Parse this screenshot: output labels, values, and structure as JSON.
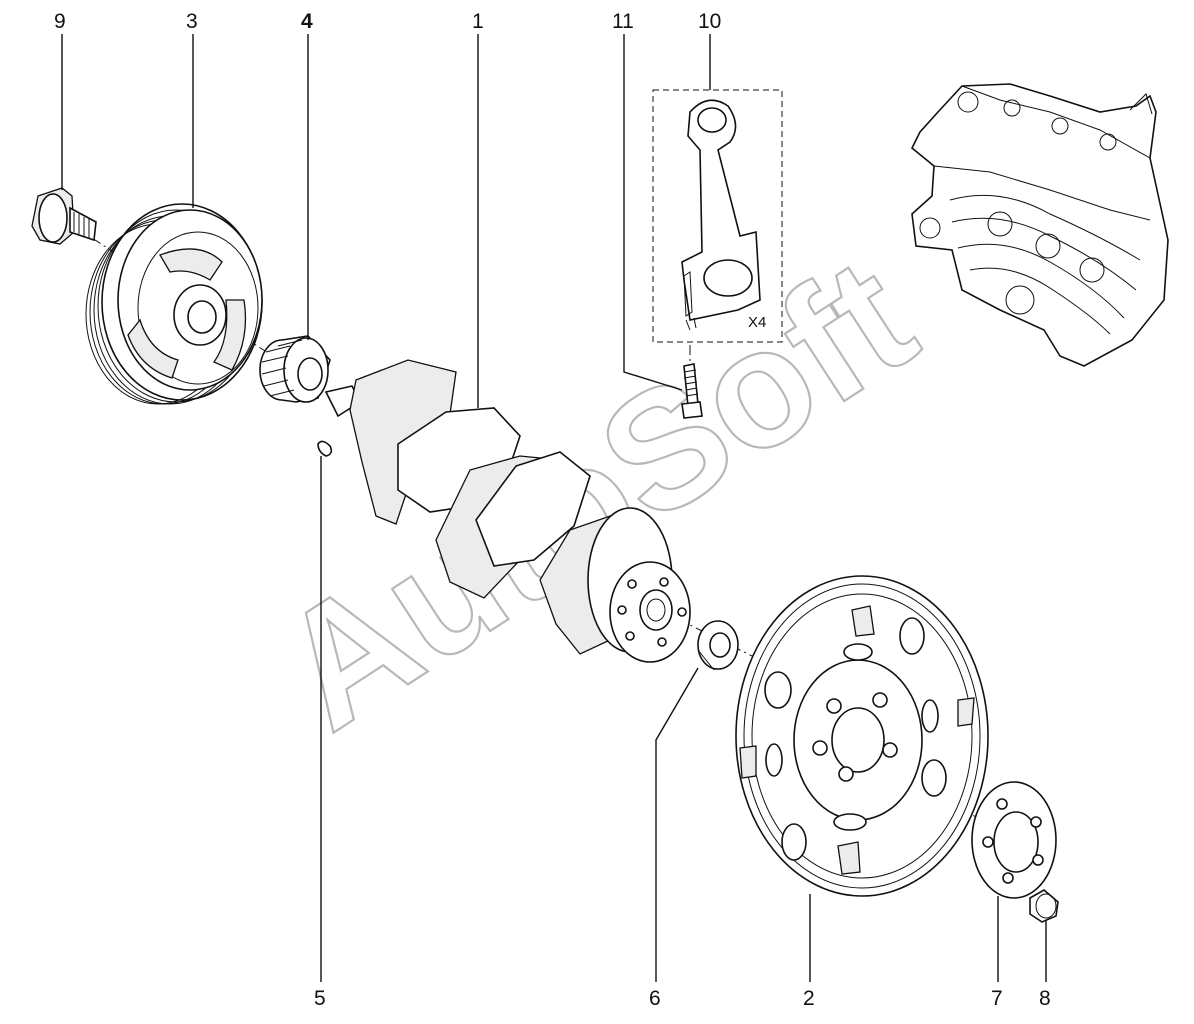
{
  "callouts": [
    {
      "id": "9",
      "label": "9"
    },
    {
      "id": "3",
      "label": "3"
    },
    {
      "id": "4",
      "label": "4"
    },
    {
      "id": "1",
      "label": "1"
    },
    {
      "id": "11",
      "label": "11"
    },
    {
      "id": "10",
      "label": "10"
    },
    {
      "id": "5",
      "label": "5"
    },
    {
      "id": "6",
      "label": "6"
    },
    {
      "id": "2",
      "label": "2"
    },
    {
      "id": "7",
      "label": "7"
    },
    {
      "id": "8",
      "label": "8"
    }
  ],
  "quantity_label": "X4",
  "watermark": "AutoSoft",
  "colors": {
    "line": "#111111",
    "watermark": "#b8b8b8",
    "background": "#ffffff"
  }
}
